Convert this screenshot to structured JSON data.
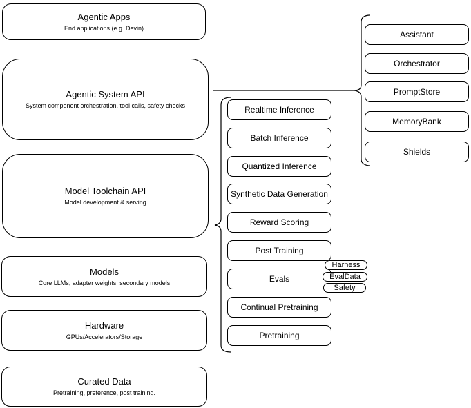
{
  "canvas": {
    "background": "#ffffff",
    "stroke": "#000000"
  },
  "stack": [
    {
      "title": "Agentic Apps",
      "subtitle": "End applications (e.g. Devin)"
    },
    {
      "title": "Agentic System API",
      "subtitle": "System component orchestration, tool calls, safety checks"
    },
    {
      "title": "Model Toolchain API",
      "subtitle": "Model development & serving"
    },
    {
      "title": "Models",
      "subtitle": "Core LLMs, adapter weights, secondary models"
    },
    {
      "title": "Hardware",
      "subtitle": "GPUs/Accelerators/Storage"
    },
    {
      "title": "Curated Data",
      "subtitle": "Pretraining, preference, post training."
    }
  ],
  "toolchain_items": [
    "Realtime Inference",
    "Batch Inference",
    "Quantized Inference",
    "Synthetic Data Generation",
    "Reward Scoring",
    "Post Training",
    "Evals",
    "Continual Pretraining",
    "Pretraining"
  ],
  "evals_tags": [
    "Harness",
    "EvalData",
    "Safety"
  ],
  "system_components": [
    "Assistant",
    "Orchestrator",
    "PromptStore",
    "MemoryBank",
    "Shields"
  ]
}
